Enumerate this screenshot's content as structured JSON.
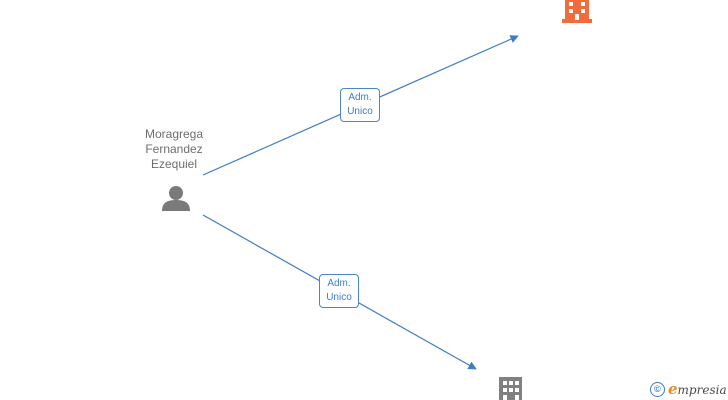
{
  "person": {
    "name_lines": [
      "Moragrega",
      "Fernandez",
      "Ezequiel"
    ],
    "icon": "person-icon"
  },
  "edges": [
    {
      "label_lines": [
        "Adm.",
        "Unico"
      ],
      "target": "company-1"
    },
    {
      "label_lines": [
        "Adm.",
        "Unico"
      ],
      "target": "company-2"
    }
  ],
  "companies": [
    {
      "id": "company-1",
      "icon": "building-icon",
      "color": "#f26b3a"
    },
    {
      "id": "company-2",
      "icon": "building-icon",
      "color": "#808080"
    }
  ],
  "colors": {
    "edge": "#3f7cc4",
    "person": "#7a7a7a"
  },
  "watermark": {
    "symbol": "©",
    "brand_initial": "e",
    "brand_rest": "mpresia"
  }
}
